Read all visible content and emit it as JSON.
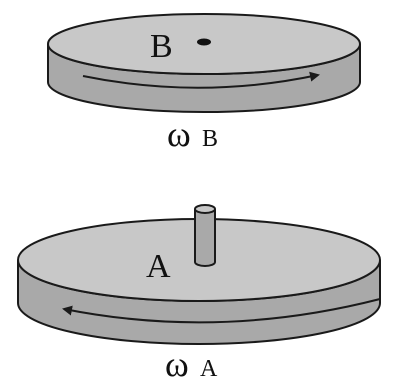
{
  "disk_b": {
    "label": "B",
    "omega_symbol": "ω",
    "omega_subscript": "B"
  },
  "disk_a": {
    "label": "A",
    "omega_symbol": "ω",
    "omega_subscript": "A"
  },
  "colors": {
    "disk_top": "#c8c8c8",
    "disk_side": "#a9a9a9",
    "outline": "#1a1a1a",
    "arrow": "#1a1a1a",
    "shaft": "#a9a9a9"
  }
}
